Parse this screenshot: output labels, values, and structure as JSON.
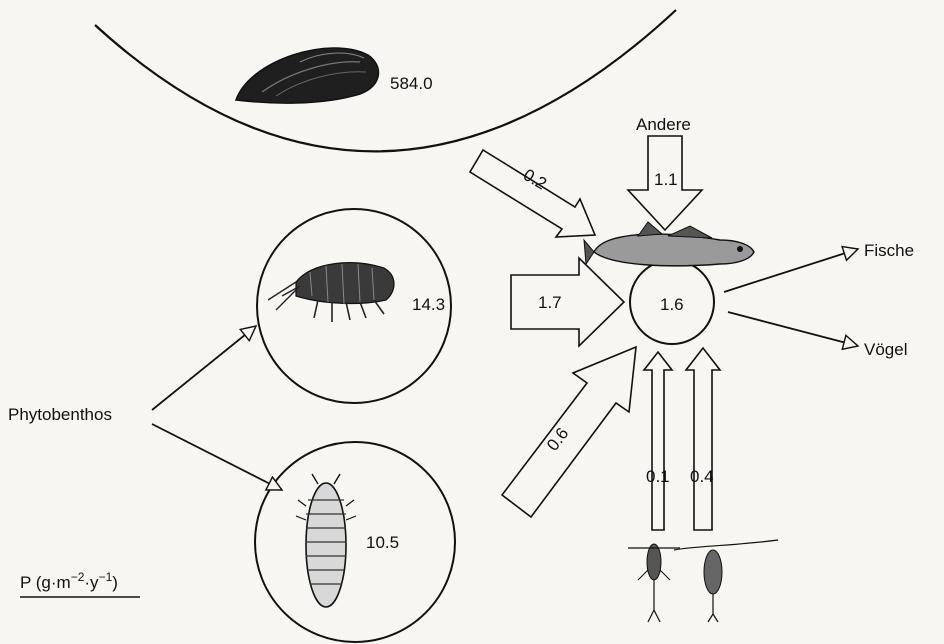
{
  "values": {
    "mussels": "584.0",
    "amphipod": "14.3",
    "isopod": "10.5",
    "fish": "1.6",
    "mussel_to_fish": "0.2",
    "other_to_fish": "1.1",
    "amphipod_to_fish": "1.7",
    "isopod_to_fish": "0.6",
    "copepod1_to_fish": "0.1",
    "copepod2_to_fish": "0.4"
  },
  "labels": {
    "other": "Andere",
    "fish_predators": "Fische",
    "bird_predators": "Vögel",
    "primary_producer": "Phytobenthos"
  },
  "units": {
    "prefix": "P (g·m",
    "exp1": "−2",
    "middle": "·y",
    "exp2": "−1",
    "suffix": ")"
  },
  "icons": [
    "mussel-icon",
    "amphipod-icon",
    "isopod-icon",
    "goby-fish-icon",
    "copepod-icon"
  ],
  "colors": {
    "ink": "#111111",
    "paper": "#f7f6f2"
  }
}
